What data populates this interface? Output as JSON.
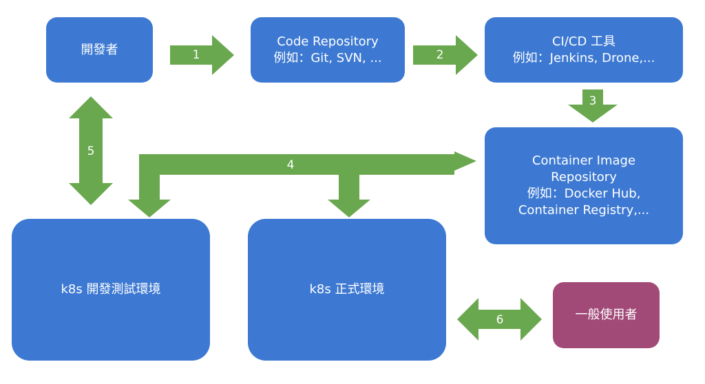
{
  "nodes": {
    "developer": {
      "label": "開發者"
    },
    "code_repo": {
      "line1": "Code Repository",
      "line2": "例如：Git, SVN, ..."
    },
    "cicd": {
      "line1": "CI/CD 工具",
      "line2": "例如：Jenkins, Drone,..."
    },
    "image_repo": {
      "line1": "Container Image",
      "line2": "Repository",
      "line3": "例如：Docker Hub,",
      "line4": "Container Registry,..."
    },
    "k8s_dev": {
      "label": "k8s 開發測試環境"
    },
    "k8s_prod": {
      "label": "k8s 正式環境"
    },
    "end_user": {
      "label": "一般使用者"
    }
  },
  "edges": {
    "e1": {
      "label": "1"
    },
    "e2": {
      "label": "2"
    },
    "e3": {
      "label": "3"
    },
    "e4": {
      "label": "4"
    },
    "e5": {
      "label": "5"
    },
    "e6": {
      "label": "6"
    }
  },
  "colors": {
    "node_blue": "#3d79d2",
    "node_user": "#a14a78",
    "arrow_green": "#6aa84f"
  }
}
